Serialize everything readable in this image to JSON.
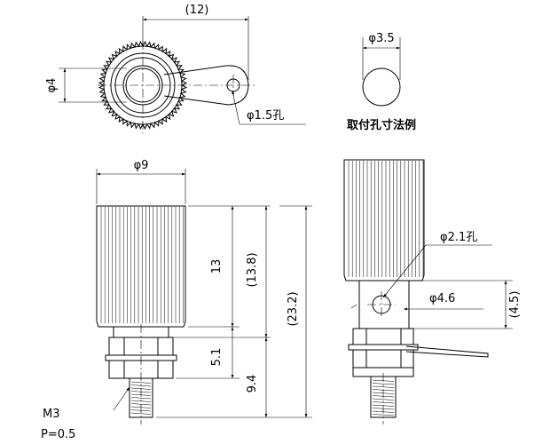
{
  "labels": {
    "top_width": "(12)",
    "top_dia": "φ4",
    "top_hole": "φ1.5孔",
    "mount_dia": "φ3.5",
    "mount_caption": "取付孔寸法例",
    "front_dia": "φ9",
    "front_h1": "13",
    "front_h2": "(13.8)",
    "front_h3": "(23.2)",
    "front_h4": "5.1",
    "front_h5": "9.4",
    "thread": "M3",
    "pitch": "P=0.5",
    "side_hole": "φ2.1孔",
    "side_dia": "φ4.6",
    "side_h": "(4.5)"
  }
}
